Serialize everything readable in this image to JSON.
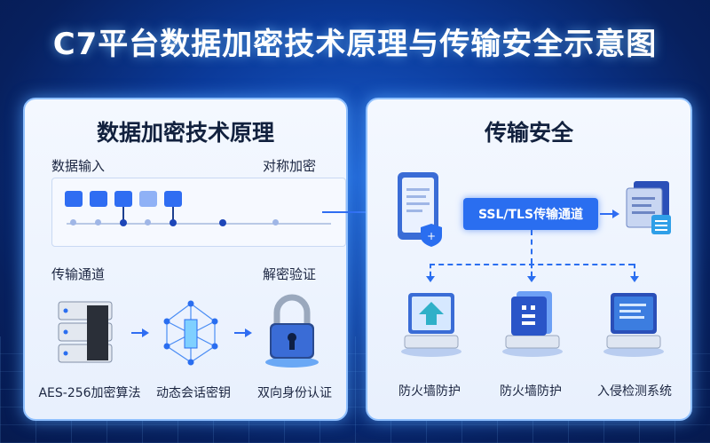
{
  "title": "C7平台数据加密技术原理与传输安全示意图",
  "left_panel": {
    "title": "数据加密技术原理",
    "data_input": "数据输入",
    "sym_encrypt": "对称加密",
    "channel": "传输通道",
    "decrypt": "解密验证",
    "captions": [
      "AES-256加密算法",
      "动态会话密钥",
      "双向身份认证"
    ]
  },
  "right_panel": {
    "title": "传输安全",
    "ssl": "SSL/TLS传输通道",
    "captions": [
      "防火墙防护",
      "防火墙防护",
      "入侵检测系统"
    ]
  },
  "colors": {
    "accent": "#2a6ef0",
    "background": "#0b3a9a",
    "panel": "#eef4fe"
  }
}
